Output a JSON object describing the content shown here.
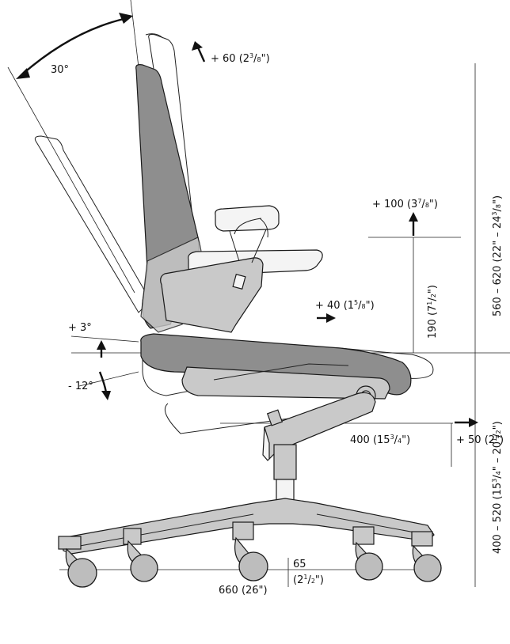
{
  "diagram": {
    "labels": {
      "recline_angle": "30°",
      "backrest_height": [
        "+ 60 (2",
        "3",
        "/",
        "8",
        "\")"
      ],
      "armrest_height": [
        "+ 100 (3",
        "7",
        "/",
        "8",
        "\")"
      ],
      "armrest_depth": [
        "+ 40 (1",
        "5",
        "/",
        "8",
        "\")"
      ],
      "arm_to_seat": [
        "190 (7",
        "1",
        "/",
        "2",
        "\")"
      ],
      "tilt_forward": "+ 3°",
      "tilt_back": "- 12°",
      "seat_depth": [
        "400 (15",
        "3",
        "/",
        "4",
        "\")"
      ],
      "seat_depth_adjust": "+ 50 (2\")",
      "castor_height": "65",
      "castor_height_in": [
        "(2",
        "1",
        "/",
        "2",
        "\")"
      ],
      "base_width": "660 (26\")",
      "overall_height": [
        "560 – 620 (22\" – 24",
        "3",
        "/",
        "8",
        "\")"
      ],
      "seat_height": [
        "400 – 520 (15",
        "3",
        "/",
        "4",
        "\" – 20",
        "1",
        "/",
        "2",
        "\")"
      ]
    }
  }
}
